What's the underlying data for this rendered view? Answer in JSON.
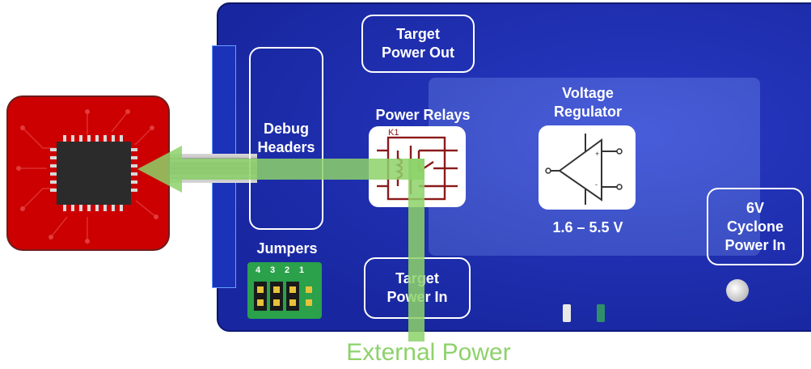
{
  "labels": {
    "target_power_out": "Target\nPower Out",
    "debug_headers": "Debug\nHeaders",
    "power_relays": "Power Relays",
    "voltage_regulator": "Voltage\nRegulator",
    "voltage_range": "1.6 – 5.5 V",
    "cyclone_power_in": "6V\nCyclone\nPower In",
    "jumpers": "Jumpers",
    "target_power_in": "Target\nPower In",
    "external_power": "External Power",
    "relay_designator": "K1",
    "regulator_plus": "+",
    "regulator_minus": "-"
  },
  "jumper_numbers": [
    "4",
    "3",
    "2",
    "1"
  ],
  "icons": {
    "microcontroller": "microcontroller-chip-icon",
    "relay": "relay-schematic-icon",
    "regulator": "op-amp-regulator-icon"
  },
  "colors": {
    "board": "#1d2fc2",
    "regulator_panel": "#3e54d8",
    "power_path": "#8dd26a",
    "target_board": "#cc0000",
    "relay_lines": "#8b1a1a",
    "jumpers": "#2aa14a"
  }
}
